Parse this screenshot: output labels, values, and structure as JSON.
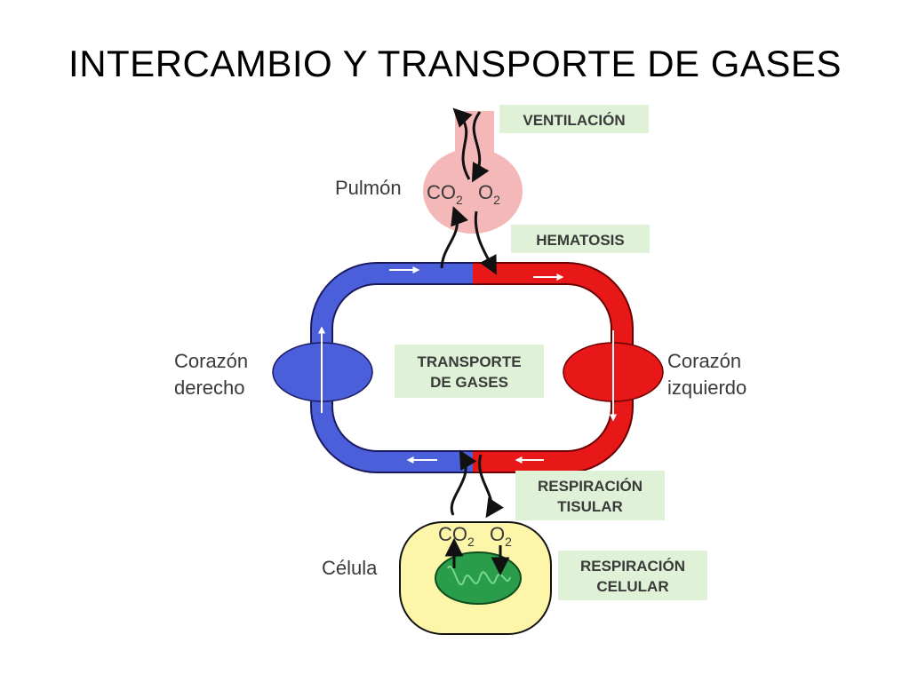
{
  "title": "INTERCAMBIO Y TRANSPORTE DE GASES",
  "labels": {
    "ventilacion": "VENTILACIÓN",
    "hematosis": "HEMATOSIS",
    "transporte_line1": "TRANSPORTE",
    "transporte_line2": "DE GASES",
    "resp_tisular_line1": "RESPIRACIÓN",
    "resp_tisular_line2": "TISULAR",
    "resp_celular_line1": "RESPIRACIÓN",
    "resp_celular_line2": "CELULAR"
  },
  "organs": {
    "pulmon": "Pulmón",
    "corazon_derecho_line1": "Corazón",
    "corazon_derecho_line2": "derecho",
    "corazon_izquierdo_line1": "Corazón",
    "corazon_izquierdo_line2": "izquierdo",
    "celula": "Célula"
  },
  "gases": {
    "co2_base": "CO",
    "co2_sub": "2",
    "o2_base": "O",
    "o2_sub": "2"
  },
  "colors": {
    "venous_blue": "#4a5fd9",
    "arterial_red": "#e81818",
    "lung_pink": "#f4b8b8",
    "cell_yellow": "#fdf6a8",
    "mitochondria_green": "#2a9d4a",
    "label_box_green": "#dff2d8"
  }
}
